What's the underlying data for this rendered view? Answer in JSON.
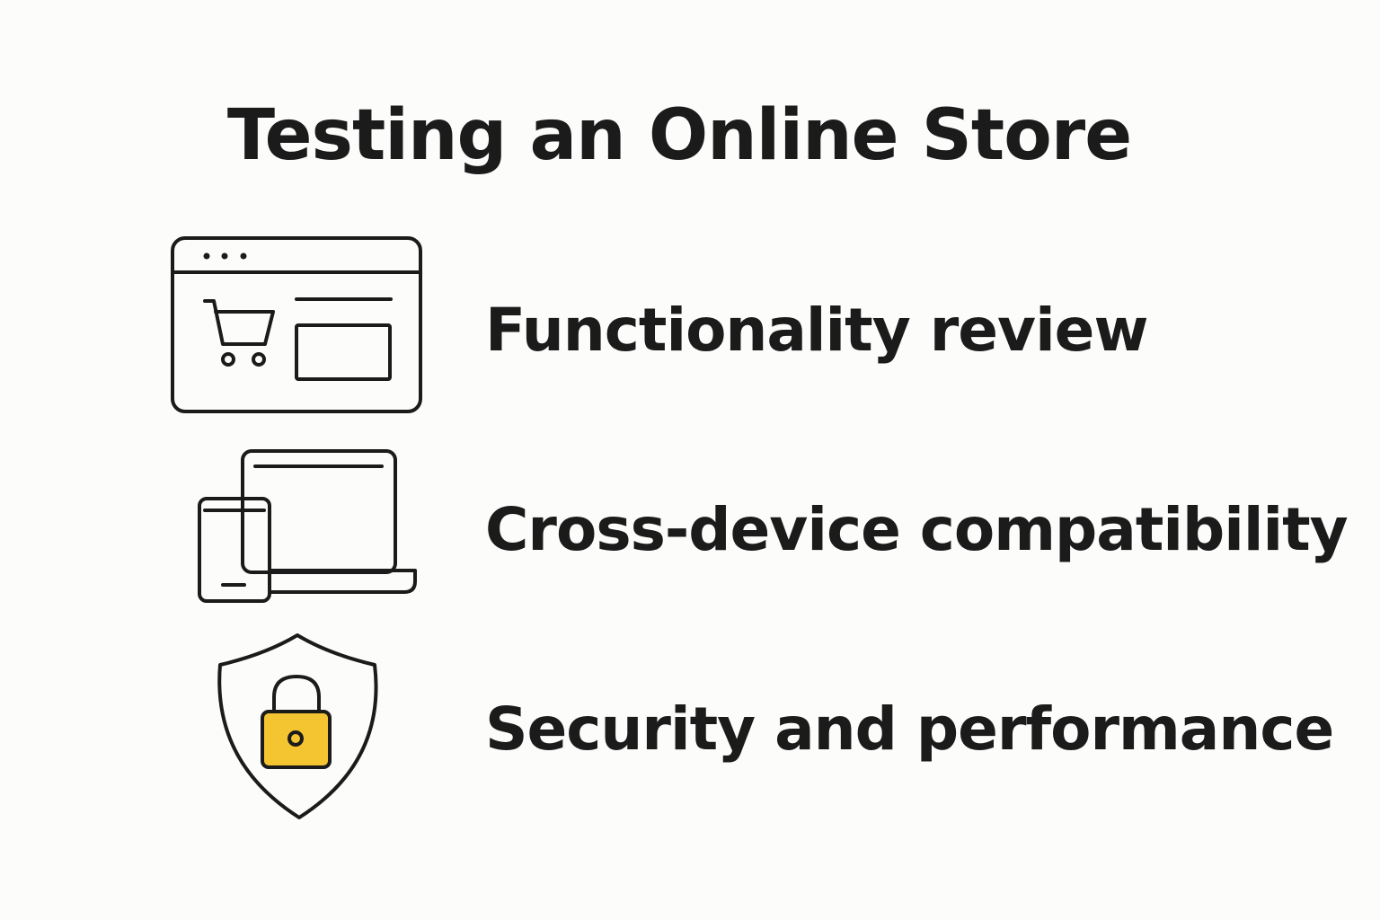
{
  "title": "Testing an Online Store",
  "colors": {
    "text": "#1b1b1b",
    "background": "#fcfcfa",
    "lock_accent": "#f5c531"
  },
  "items": [
    {
      "label": "Functionality review",
      "icon": "browser-cart-icon"
    },
    {
      "label": "Cross-device compatibility",
      "icon": "devices-icon"
    },
    {
      "label": "Security and performance",
      "icon": "shield-lock-icon"
    }
  ]
}
